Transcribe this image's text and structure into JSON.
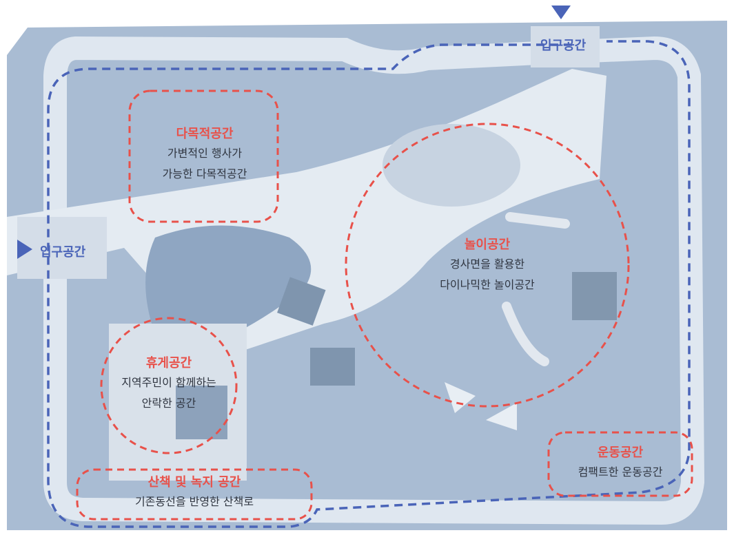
{
  "colors": {
    "background": "#ffffff",
    "site_fill": "#a9bcd3",
    "path": "#dfe7f0",
    "plaza": "#edf1f5",
    "zone_outline": "#e8514a",
    "route_line": "#4a64b8",
    "label_text": "#2f3540"
  },
  "entrances": [
    {
      "id": "top",
      "label": "입구공간",
      "icon": "triangle-down-icon"
    },
    {
      "id": "left",
      "label": "입구공간",
      "icon": "triangle-right-icon"
    }
  ],
  "zones": [
    {
      "id": "multipurpose",
      "title": "다목적공간",
      "lines": [
        "가변적인 행사가",
        "가능한 다목적공간"
      ]
    },
    {
      "id": "play",
      "title": "놀이공간",
      "lines": [
        "경사면을 활용한",
        "다이나믹한 놀이공간"
      ]
    },
    {
      "id": "rest",
      "title": "휴게공간",
      "lines": [
        "지역주민이 함께하는",
        "안락한 공간"
      ]
    },
    {
      "id": "walk",
      "title": "산책 및 녹지 공간",
      "lines": [
        "기존동선을 반영한 산책로"
      ]
    },
    {
      "id": "exercise",
      "title": "운동공간",
      "lines": [
        "컴팩트한 운동공간"
      ]
    }
  ]
}
